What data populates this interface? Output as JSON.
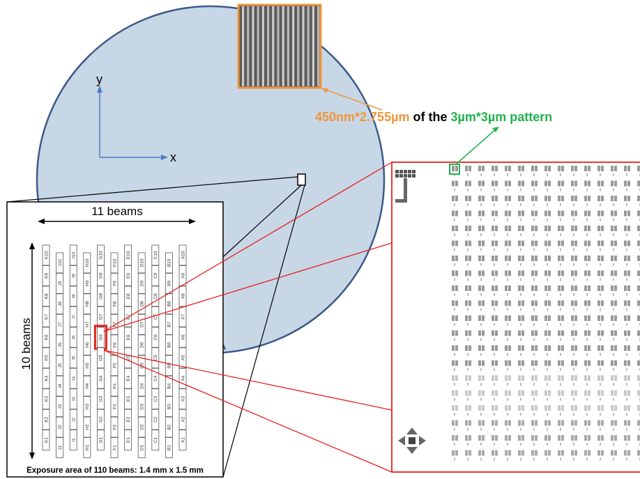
{
  "colors": {
    "wafer_fill": "#c7d7e6",
    "wafer_stroke": "#3b5a8a",
    "axis": "#4a7ec2",
    "zoom_line": "#e8201e",
    "callout_orange": "#f0963c",
    "callout_green": "#22b14c"
  },
  "axes": {
    "y_label": "y",
    "x_label": "x"
  },
  "annotation": {
    "dims": "450nm*2.755µm",
    "of_the": " of the ",
    "pattern": "3µm*3µm pattern"
  },
  "beam_panel": {
    "width_label": "11 beams",
    "height_label": "10 beams",
    "caption": "Exposure area of 110 beams: 1.4 mm x 1.5 mm",
    "columns": [
      "K",
      "J",
      "I",
      "H",
      "G",
      "F",
      "E",
      "D",
      "C",
      "B",
      "A"
    ],
    "rows": [
      "10",
      "9",
      "8",
      "7",
      "6",
      "5",
      "4",
      "3",
      "2",
      "1"
    ],
    "highlight": "G6"
  },
  "pattern_panel": {
    "rows": 20,
    "cols": 15
  }
}
